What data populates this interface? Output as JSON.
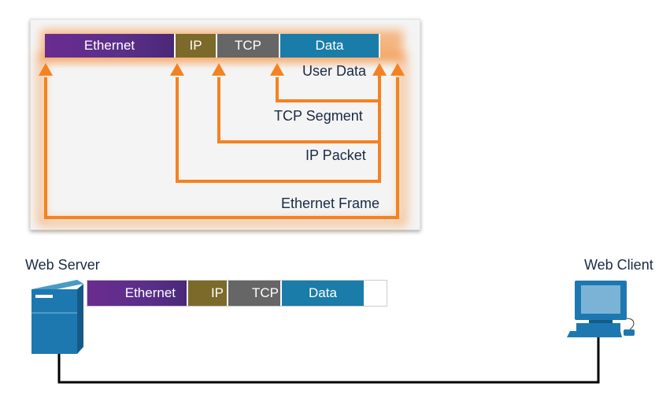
{
  "encapsulation": {
    "header_segments": [
      {
        "label": "Ethernet",
        "color": "#5b2a84"
      },
      {
        "label": "IP",
        "color": "#7b6a2a"
      },
      {
        "label": "TCP",
        "color": "#666666"
      },
      {
        "label": "Data",
        "color": "#1a7ca8"
      },
      {
        "label": "",
        "color": "#1e8a70"
      }
    ],
    "labels": {
      "user_data": "User Data",
      "tcp_segment": "TCP Segment",
      "ip_packet": "IP Packet",
      "ethernet_frame": "Ethernet Frame"
    },
    "arrow_color": "#f58220"
  },
  "network": {
    "server_label": "Web Server",
    "client_label": "Web Client",
    "frame_segments": [
      {
        "label": "Ethernet",
        "color": "#5b2a84"
      },
      {
        "label": "IP",
        "color": "#7b6a2a"
      },
      {
        "label": "TCP",
        "color": "#666666"
      },
      {
        "label": "Data",
        "color": "#1a7ca8"
      },
      {
        "label": "",
        "color": "#1e8a70"
      }
    ]
  }
}
